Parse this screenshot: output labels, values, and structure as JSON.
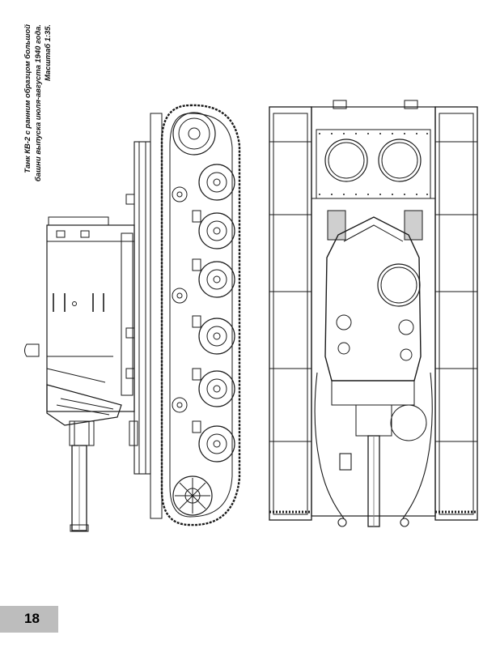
{
  "caption": {
    "line1": "Танк КВ-2 с ранним образцом большой",
    "line2": "башни выпуска июля-августа 1940 года.",
    "line3": "Масштаб 1:35."
  },
  "page_number": "18"
}
